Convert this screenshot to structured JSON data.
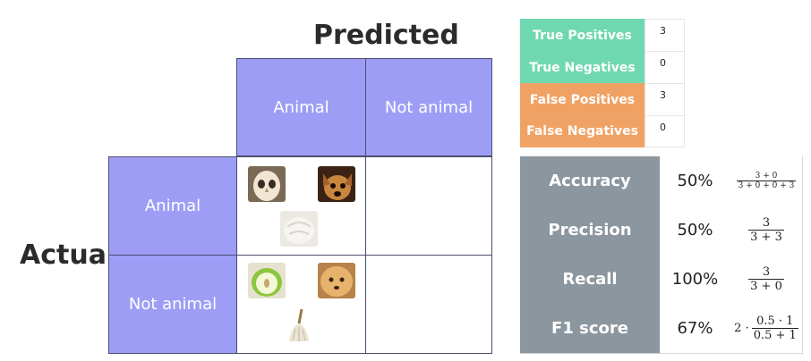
{
  "matrix": {
    "predicted_title": "Predicted",
    "actual_title": "Actual",
    "col_headers": [
      "Animal",
      "Not animal"
    ],
    "row_headers": [
      "Animal",
      "Not animal"
    ]
  },
  "counts": [
    {
      "label": "True Positives",
      "value": "3",
      "color": "#6fd8b0"
    },
    {
      "label": "True Negatives",
      "value": "0",
      "color": "#6fd8b0"
    },
    {
      "label": "False Positives",
      "value": "3",
      "color": "#f0a264"
    },
    {
      "label": "False Negatives",
      "value": "0",
      "color": "#f0a264"
    }
  ],
  "metrics": [
    {
      "label": "Accuracy",
      "value": "50%",
      "num": "3 + 0",
      "den": "3 + 0 + 0 + 3"
    },
    {
      "label": "Precision",
      "value": "50%",
      "num": "3",
      "den": "3 + 3"
    },
    {
      "label": "Recall",
      "value": "100%",
      "num": "3",
      "den": "3 + 0"
    },
    {
      "label": "F1 score",
      "value": "67%",
      "prefix": "2 ·",
      "num": "0.5 · 1",
      "den": "0.5 + 1"
    }
  ],
  "thumbnails": {
    "actual_animal": [
      "owl-icon",
      "dog-icon",
      "sheepdog-icon"
    ],
    "actual_not_animal": [
      "apple-icon",
      "muffin-icon",
      "mop-icon"
    ]
  }
}
